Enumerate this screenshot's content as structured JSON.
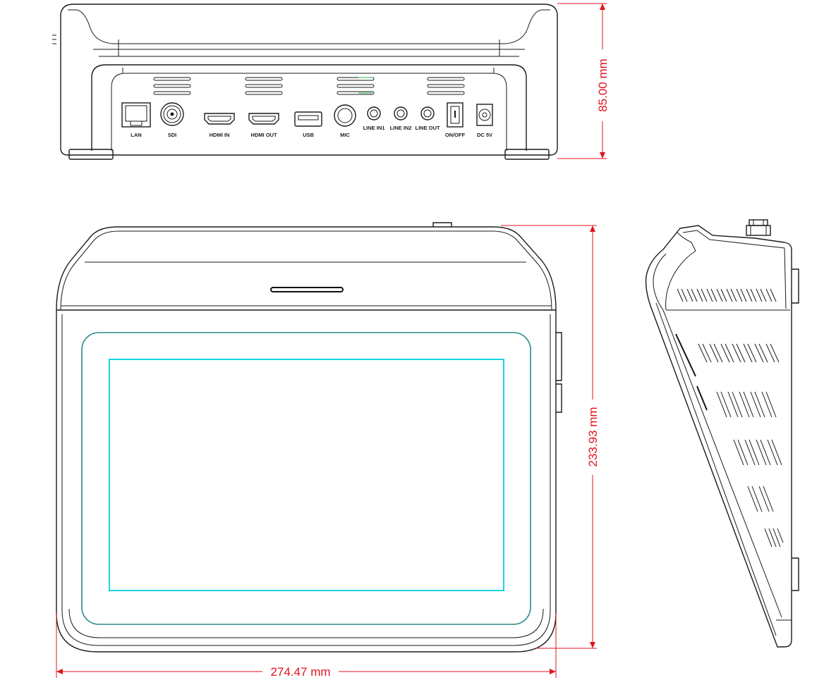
{
  "dimensions": {
    "height": "85.00 mm",
    "depth": "233.93 mm",
    "width": "274.47 mm"
  },
  "ports": [
    {
      "id": "lan",
      "label": "LAN"
    },
    {
      "id": "sdi",
      "label": "SDI"
    },
    {
      "id": "hdmi-in",
      "label": "HDMI IN"
    },
    {
      "id": "hdmi-out",
      "label": "HDMI OUT"
    },
    {
      "id": "usb",
      "label": "USB"
    },
    {
      "id": "mic",
      "label": "MIC"
    },
    {
      "id": "line-in1",
      "label": "LINE IN1"
    },
    {
      "id": "line-in2",
      "label": "LINE IN2"
    },
    {
      "id": "line-out",
      "label": "LINE OUT"
    },
    {
      "id": "on-off",
      "label": "ON/OFF"
    },
    {
      "id": "dc-5v",
      "label": "DC 5V"
    }
  ],
  "colors": {
    "dimension": "#e0141e",
    "outline": "#1a1a1a",
    "screen": "#19d3e0",
    "screen_bezel": "#2a8a8a"
  }
}
